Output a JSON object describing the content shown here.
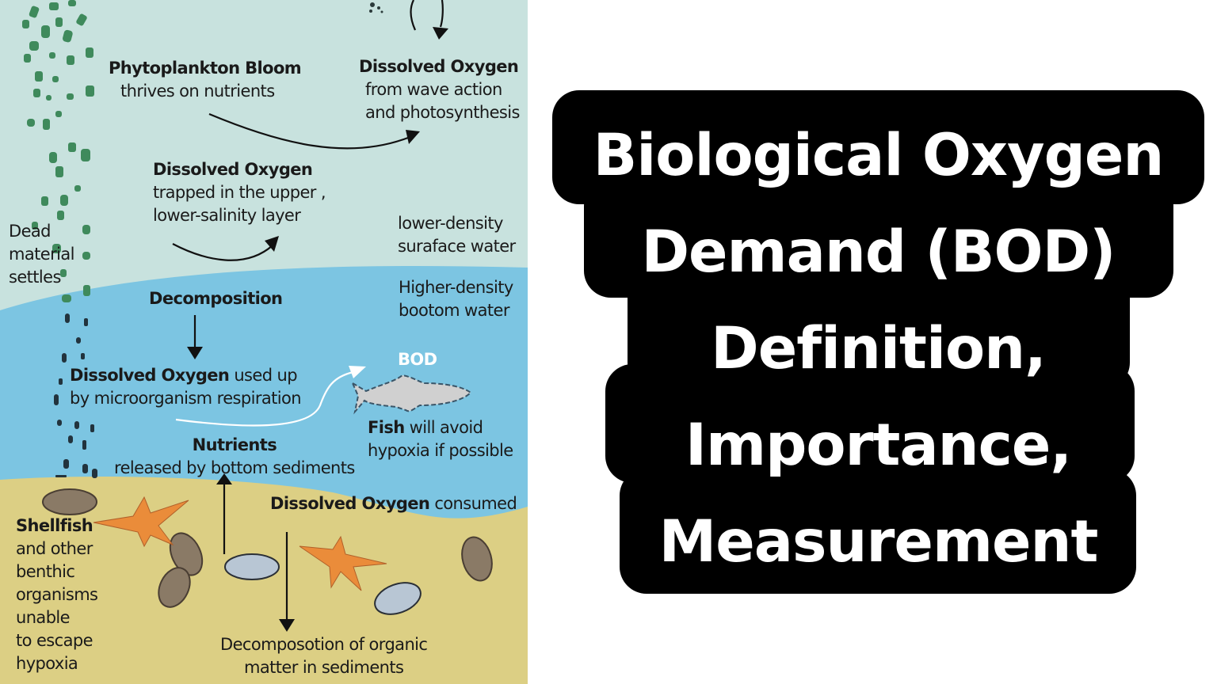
{
  "diagram": {
    "colors": {
      "surface_water": "#c8e2de",
      "bottom_water": "#7cc5e2",
      "sediment": "#dccf84",
      "phytoplankton": "#3f8a5c",
      "starfish": "#ea8c3a",
      "arrow": "#111111",
      "bod_arrow": "#ffffff"
    },
    "labels": {
      "phytoplankton": {
        "title": "Phytoplankton Bloom",
        "text": "thrives on nutrients"
      },
      "do_wave": {
        "title": "Dissolved Oxygen",
        "line1": "from wave action",
        "line2": "and photosynthesis"
      },
      "do_trapped": {
        "title": "Dissolved Oxygen",
        "line1": "trapped in the upper ,",
        "line2": "lower-salinity layer"
      },
      "dead_material": {
        "line1": "Dead",
        "line2": "material",
        "line3": "settles"
      },
      "lower_density": {
        "line1": "lower-density",
        "line2": "suraface water"
      },
      "higher_density": {
        "line1": "Higher-density",
        "line2": "bootom water"
      },
      "decomposition": {
        "title": "Decomposition"
      },
      "do_used": {
        "title": "Dissolved Oxygen",
        "title_suffix": " used up",
        "line2": "by microorganism respiration"
      },
      "bod": {
        "text": "BOD"
      },
      "fish": {
        "title": "Fish",
        "title_suffix": " will avoid",
        "line2": "hypoxia if possible"
      },
      "nutrients": {
        "title": "Nutrients",
        "line2": "released by bottom sediments"
      },
      "do_consumed": {
        "title": "Dissolved Oxygen",
        "title_suffix": " consumed"
      },
      "shellfish": {
        "title": "Shellfish",
        "line2": "and other",
        "line3": "benthic",
        "line4": "organisms",
        "line5": "unable",
        "line6": "to escape",
        "line7": "hypoxia"
      },
      "sediment_decomp": {
        "line1": "Decomposotion of organic",
        "line2": "matter in sediments"
      }
    }
  },
  "title_panel": {
    "lines": [
      "Biological Oxygen",
      "Demand (BOD)",
      "Definition,",
      "Importance,",
      "Measurement"
    ],
    "background": "#000000",
    "text_color": "#ffffff"
  }
}
